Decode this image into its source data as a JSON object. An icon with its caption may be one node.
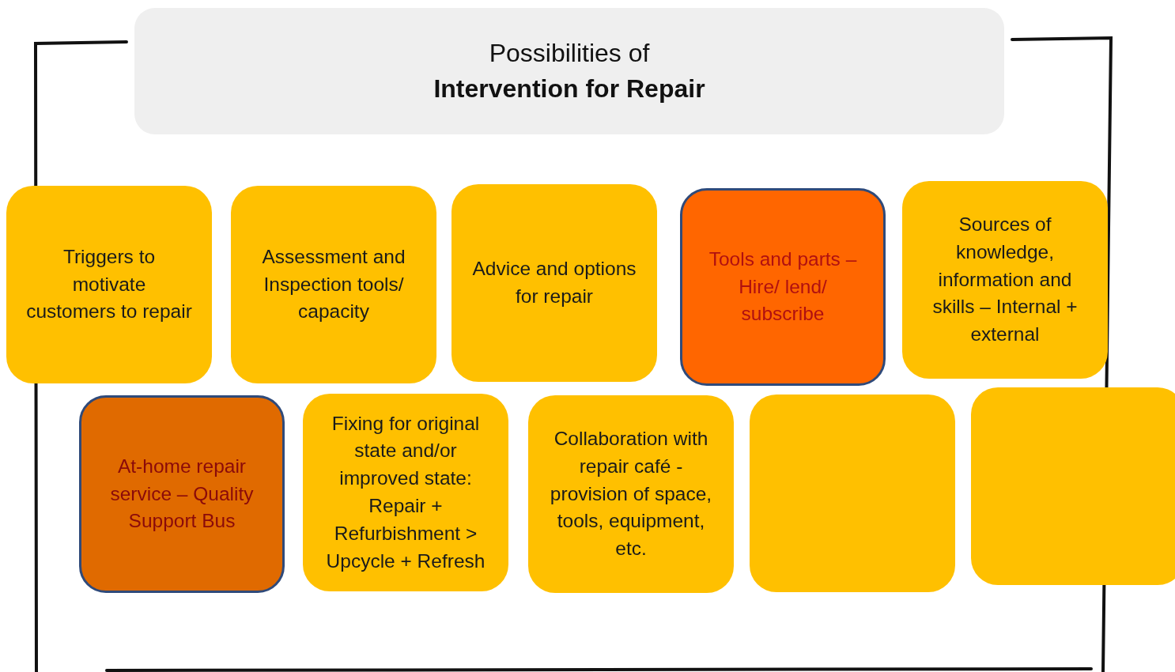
{
  "diagram": {
    "nodes": [
      {
        "text": [
          "Possibilities of",
          "Intervention for Repair"
        ]
      },
      {
        "text": [
          "Triggers to motivate customers to repair"
        ]
      },
      {
        "text": [
          "Assessment and Inspection tools/ capacity"
        ]
      },
      {
        "text": [
          "Advice and options for repair"
        ]
      },
      {
        "text": [
          "Tools and parts – Hire/ lend/ subscribe"
        ]
      },
      {
        "text": [
          "Sources of knowledge, information and skills – Internal + external"
        ]
      },
      {
        "text": [
          "At-home repair service – Quality Support Bus"
        ]
      },
      {
        "text": [
          "Fixing for original state and/or improved state: Repair + Refurbishment > Upcycle + Refresh"
        ]
      },
      {
        "text": [
          "Collaboration with repair café - provision of space, tools, equipment, etc."
        ]
      },
      {
        "text": [],
        "shape": "box"
      },
      {
        "text": [],
        "shape": "box"
      }
    ]
  }
}
